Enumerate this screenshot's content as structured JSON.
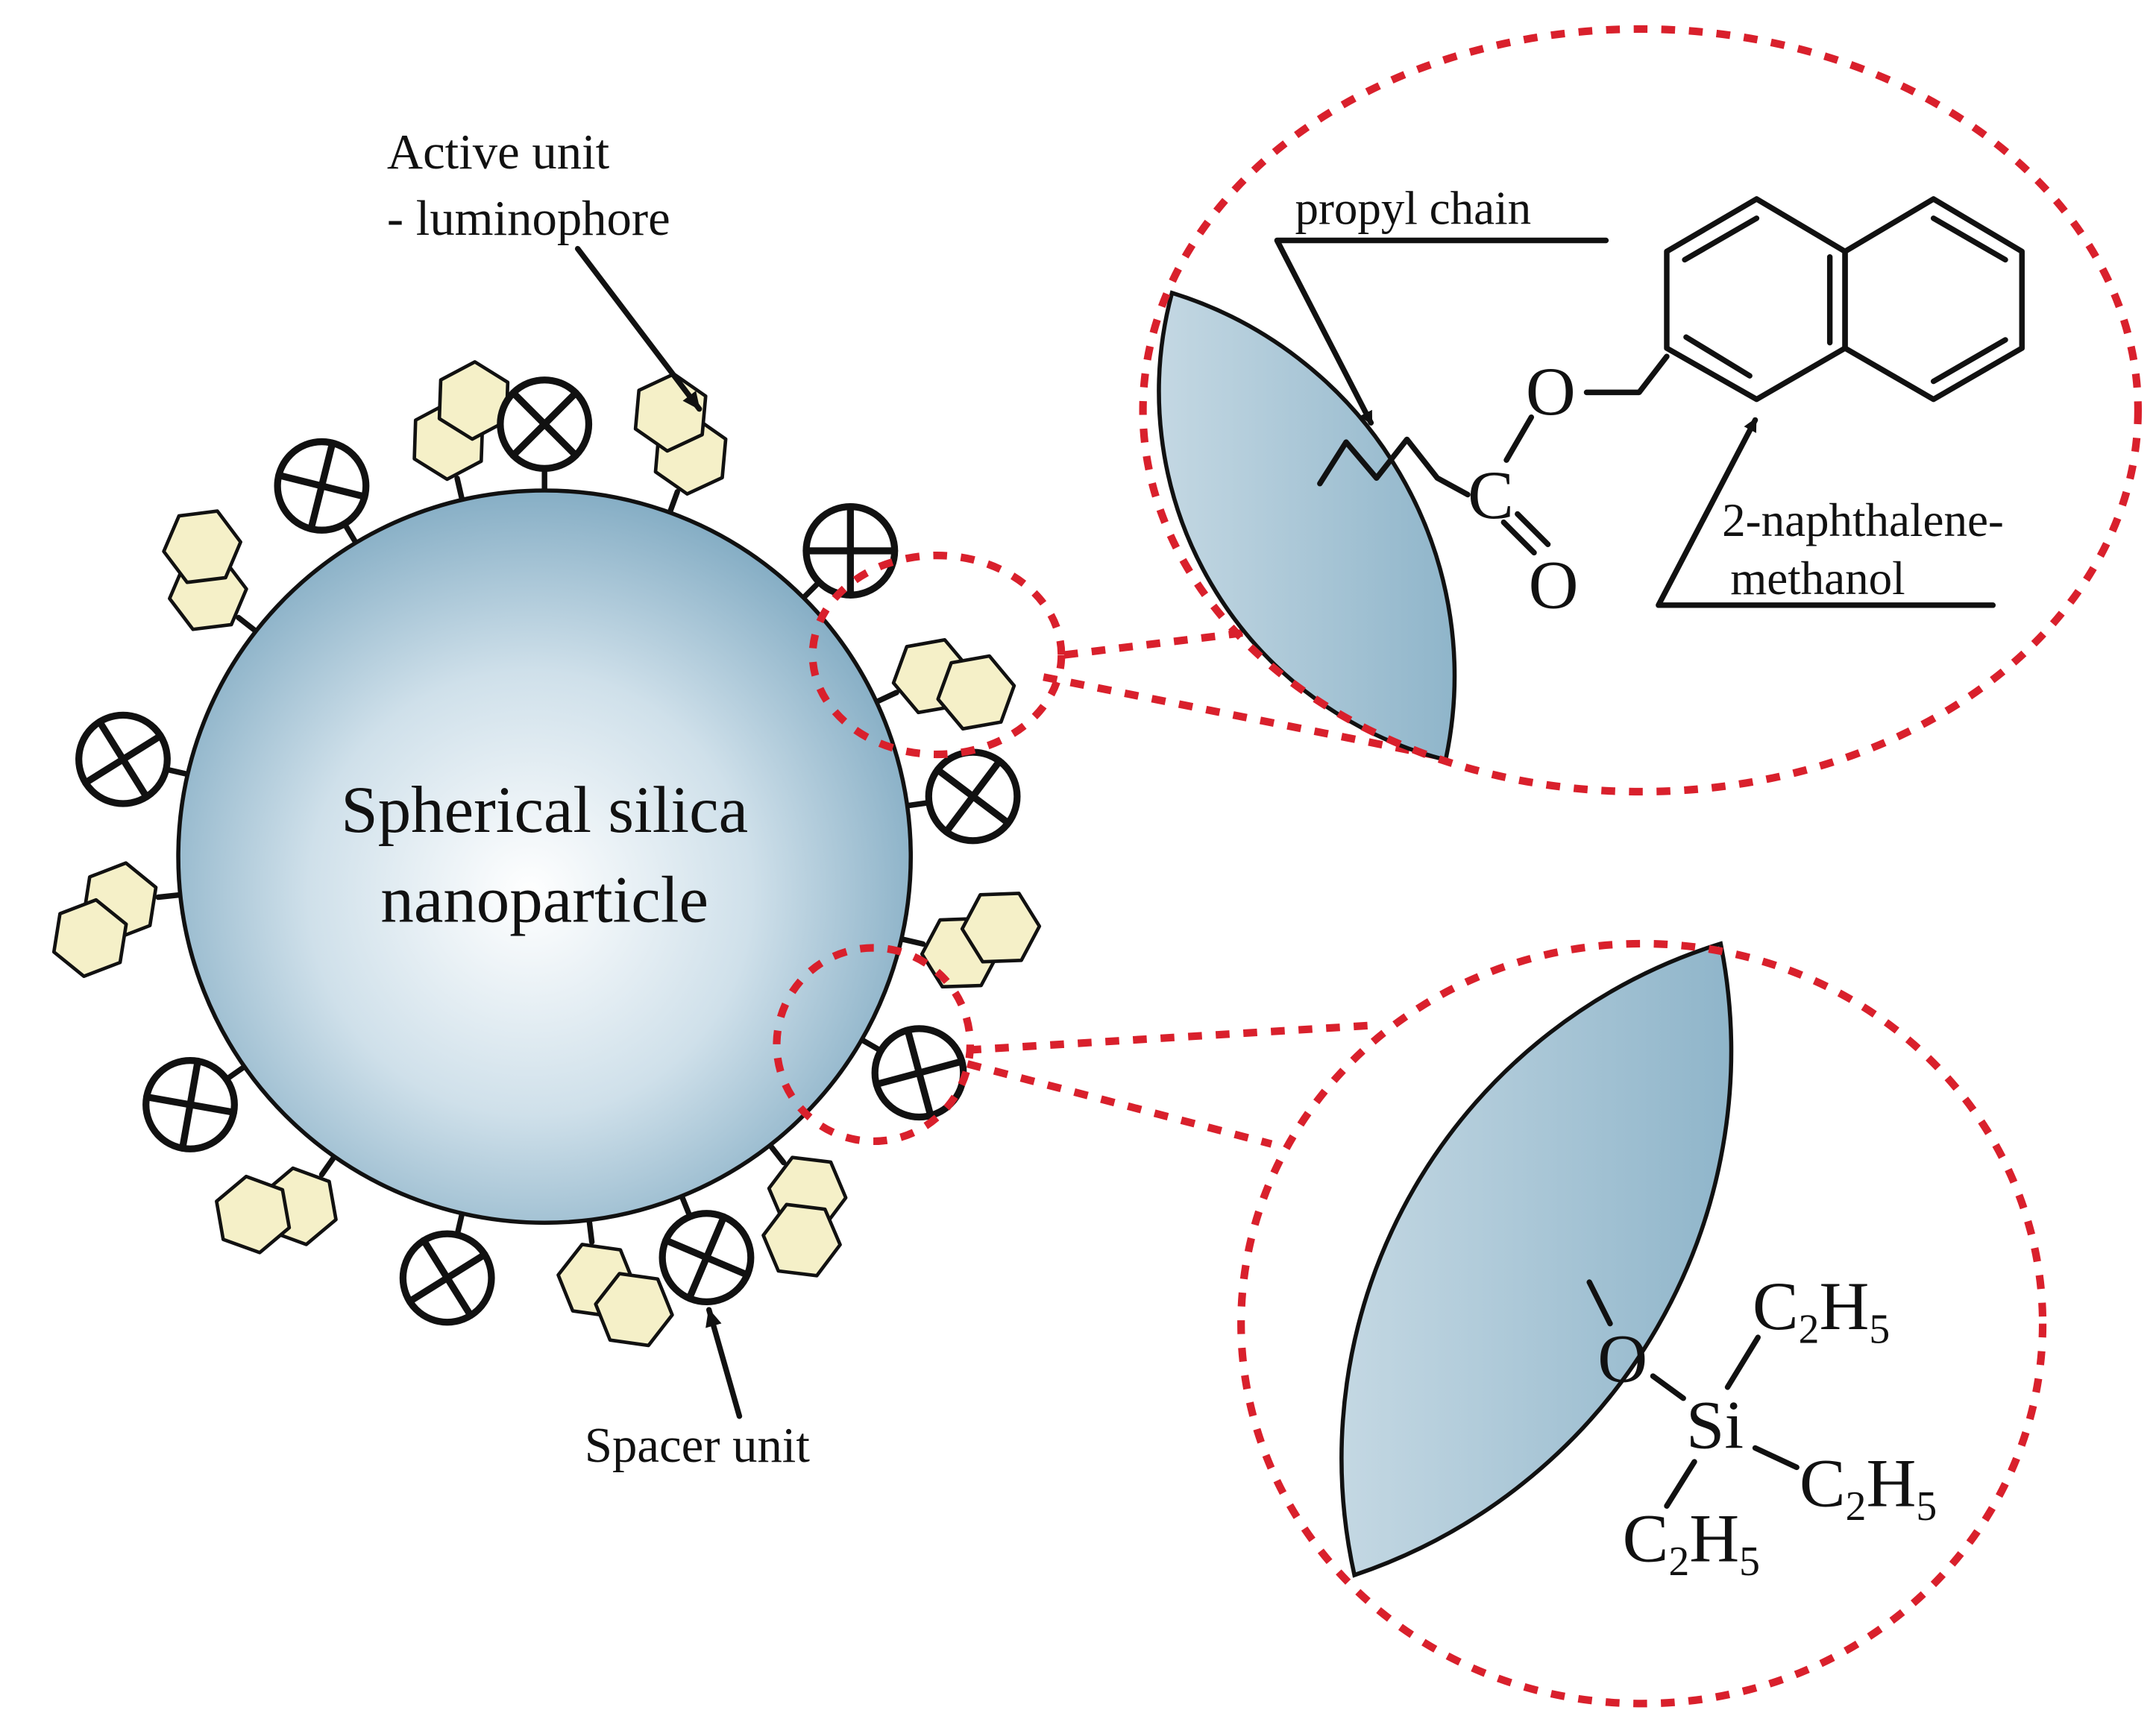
{
  "labels": {
    "particle_line1": "Spherical silica",
    "particle_line2": "nanoparticle",
    "active_unit_line1": "Active unit",
    "active_unit_line2": "- luminophore",
    "spacer_unit": "Spacer unit",
    "propyl_chain": "propyl chain",
    "naphthalene_line1": "2-naphthalene-",
    "naphthalene_line2": "methanol"
  },
  "chem": {
    "oxygen": "O",
    "carbon": "C",
    "silicon": "Si",
    "c2h5_c": "C",
    "c2h5_sub2": "2",
    "c2h5_h": "H",
    "c2h5_sub5": "5"
  },
  "colors": {
    "particle_center": "#ffffff",
    "particle_edge": "#86aec5",
    "luminophore_fill": "#f5f0c8",
    "highlight_dash": "#d9202c"
  },
  "icons": {
    "active": "naphthalene-icon",
    "spacer": "circle-cross-icon"
  }
}
